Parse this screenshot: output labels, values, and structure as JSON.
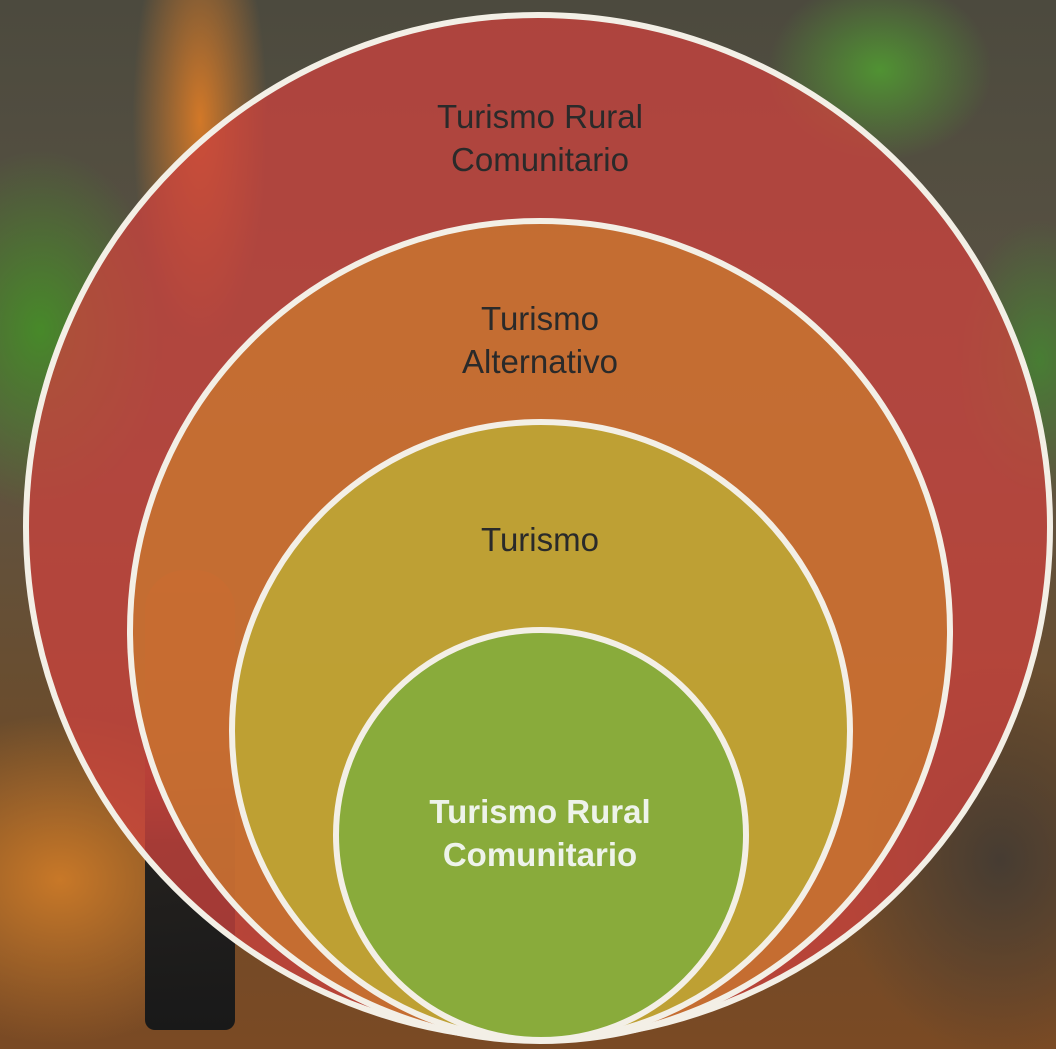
{
  "diagram": {
    "rings": [
      {
        "label_line1": "Turismo Rural",
        "label_line2": "Comunitario",
        "color": "#c9423e"
      },
      {
        "label_line1": "Turismo",
        "label_line2": "Alternativo",
        "color": "#c9782f"
      },
      {
        "label_line1": "Turismo",
        "label_line2": "",
        "color": "#bcae35"
      },
      {
        "label_line1": "Turismo Rural",
        "label_line2": "Comunitario",
        "color": "#7aae3e"
      }
    ],
    "ring_border_color": "#f3efe6"
  }
}
